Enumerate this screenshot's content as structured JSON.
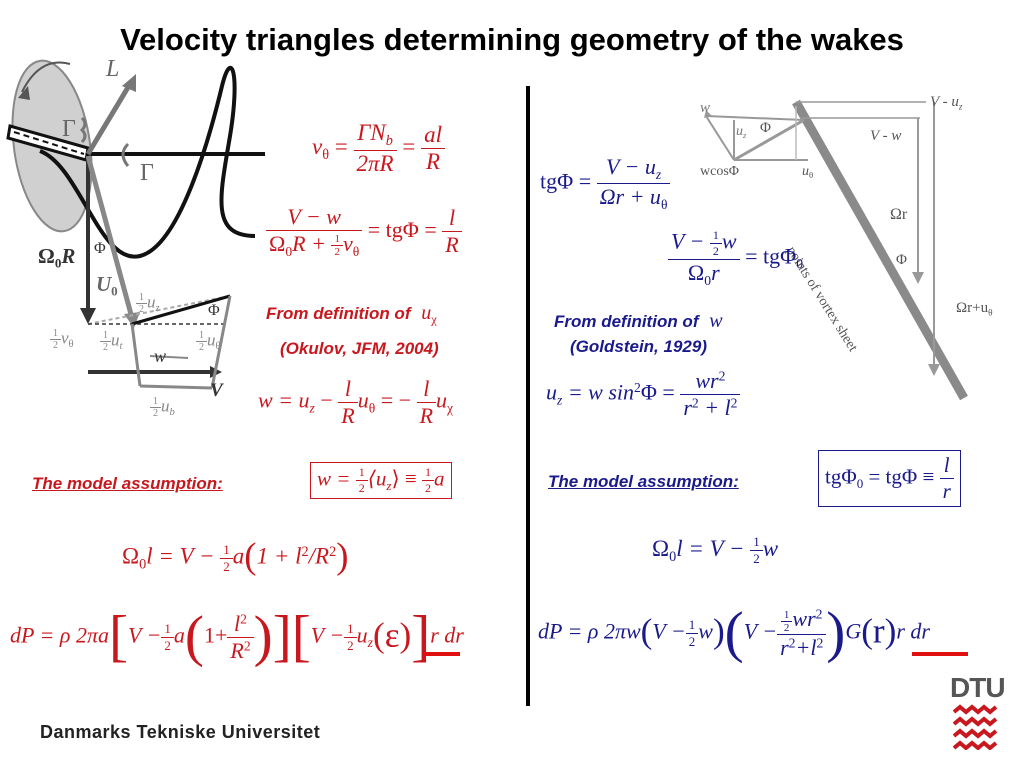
{
  "title": "Velocity triangles determining geometry of the wakes",
  "left_diagram": {
    "labels": {
      "L": "L",
      "gamma_top": "Γ",
      "gamma_mid": "Γ",
      "omega0R": "Ω",
      "omega0R_sub": "0",
      "omega0R_R": "R",
      "phi": "Φ",
      "U0": "U",
      "U0_sub": "0",
      "half": "1",
      "half_den": "2",
      "uz": "u",
      "uz_sub": "z",
      "phi_small": "Φ",
      "vtheta": "v",
      "vtheta_sub": "θ",
      "ut": "u",
      "ut_sub": "t",
      "utheta": "u",
      "utheta_sub": "θ",
      "w": "w",
      "V": "V",
      "ub": "u",
      "ub_sub": "b"
    }
  },
  "left_equations": {
    "eq1": {
      "lhs": "v",
      "lhs_sub": "θ",
      "eq": "=",
      "n1": "ΓN",
      "n1_sub": "b",
      "d1": "2πR",
      "eq2": "=",
      "n2": "al",
      "d2": "R"
    },
    "eq2": {
      "num": "V − w",
      "den_a": "Ω",
      "den_sub": "0",
      "den_b": "R +",
      "half_n": "1",
      "half_d": "2",
      "den_c": "v",
      "den_c_sub": "θ",
      "mid": "= tgΦ =",
      "n2": "l",
      "d2": "R"
    },
    "note": "From definition of",
    "note_sym": "u",
    "note_sym_sub": "χ",
    "ref": "(Okulov, JFM, 2004)",
    "eq3": {
      "a": "w = u",
      "a_sub": "z",
      "b": "−",
      "n1": "l",
      "d1": "R",
      "c": "u",
      "c_sub": "θ",
      "d": "= −",
      "n2": "l",
      "d2": "R",
      "e": "u",
      "e_sub": "χ"
    },
    "assumption": "The model assumption:",
    "assumption_eq": {
      "a": "w =",
      "hn": "1",
      "hd": "2",
      "b": "⟨u",
      "b_sub": "z",
      "c": "⟩ ≡",
      "hn2": "1",
      "hd2": "2",
      "d": "a"
    },
    "eq4": {
      "a": "Ω",
      "a_sub": "0",
      "b": "l = V −",
      "hn": "1",
      "hd": "2",
      "c": "a",
      "lp": "(",
      "d": "1 + l",
      "d_sup": "2",
      "e": "/R",
      "e_sup": "2",
      "rp": ")"
    },
    "eq5": {
      "a": "dP = ρ 2πa",
      "lb": "[",
      "b": "V −",
      "hn": "1",
      "hd": "2",
      "c": "a",
      "lp": "(",
      "d": "1+",
      "n": "l",
      "n_sup": "2",
      "den": "R",
      "den_sup": "2",
      "rp": ")",
      "rb": "]",
      "lb2": "[",
      "e": "V −",
      "hn2": "1",
      "hd2": "2",
      "f": "u",
      "f_sub": "z",
      "g": "(ε)",
      "rb2": "]",
      "h": "r dr"
    }
  },
  "right_diagram": {
    "labels": {
      "w": "w",
      "uz": "u",
      "uz_sub": "z",
      "phi": "Φ",
      "wcos": "wcosΦ",
      "utheta": "u",
      "utheta_sub": "θ",
      "V_minus_uz": "V - u",
      "V_minus_uz_sub": "z",
      "V_minus_w": "V - w",
      "omega_r": "Ωr",
      "phi2": "Φ",
      "omega_r_u": "Ωr+u",
      "omega_r_u_sub": "θ",
      "sheet": "points of vortex sheet"
    }
  },
  "right_equations": {
    "eq1": {
      "lhs": "tgΦ =",
      "num": "V − u",
      "num_sub": "z",
      "den": "Ωr + u",
      "den_sub": "θ"
    },
    "eq2": {
      "num_a": "V −",
      "hn": "1",
      "hd": "2",
      "num_b": "w",
      "den_a": "Ω",
      "den_sub": "0",
      "den_b": "r",
      "rhs": "= tgΦ",
      "rhs_sub": "0"
    },
    "note": "From definition of",
    "note_sym": "w",
    "ref": "(Goldstein, 1929)",
    "eq3": {
      "a": "u",
      "a_sub": "z",
      "b": "= w sin",
      "b_sup": "2",
      "c": "Φ =",
      "num": "wr",
      "num_sup": "2",
      "den_a": "r",
      "den_sup": "2",
      "den_b": "+ l",
      "den_sup2": "2"
    },
    "assumption": "The model assumption:",
    "assumption_eq": {
      "a": "tgΦ",
      "a_sub": "0",
      "b": "= tgΦ ≡",
      "n": "l",
      "d": "r"
    },
    "eq4": {
      "a": "Ω",
      "a_sub": "0",
      "b": "l = V −",
      "hn": "1",
      "hd": "2",
      "c": "w"
    },
    "eq5": {
      "a": "dP = ρ 2πw",
      "lp": "(",
      "b": "V −",
      "hn": "1",
      "hd": "2",
      "c": "w",
      "rp": ")",
      "lp2": "(",
      "d": "V −",
      "num_h_n": "1",
      "num_h_d": "2",
      "num": "wr",
      "num_sup": "2",
      "den_a": "r",
      "den_sup": "2",
      "den_b": "+l",
      "den_sup2": "2",
      "rp2": ")",
      "e": "G",
      "f": "(r)",
      "g": "r dr"
    }
  },
  "footer": {
    "university": "Danmarks Tekniske Universitet",
    "logo": "DTU"
  },
  "colors": {
    "left_eq": "#c8181e",
    "right_eq": "#1a1a8c",
    "diagram_grey": "#8a8a8a",
    "disc": "#d0d0d0"
  }
}
